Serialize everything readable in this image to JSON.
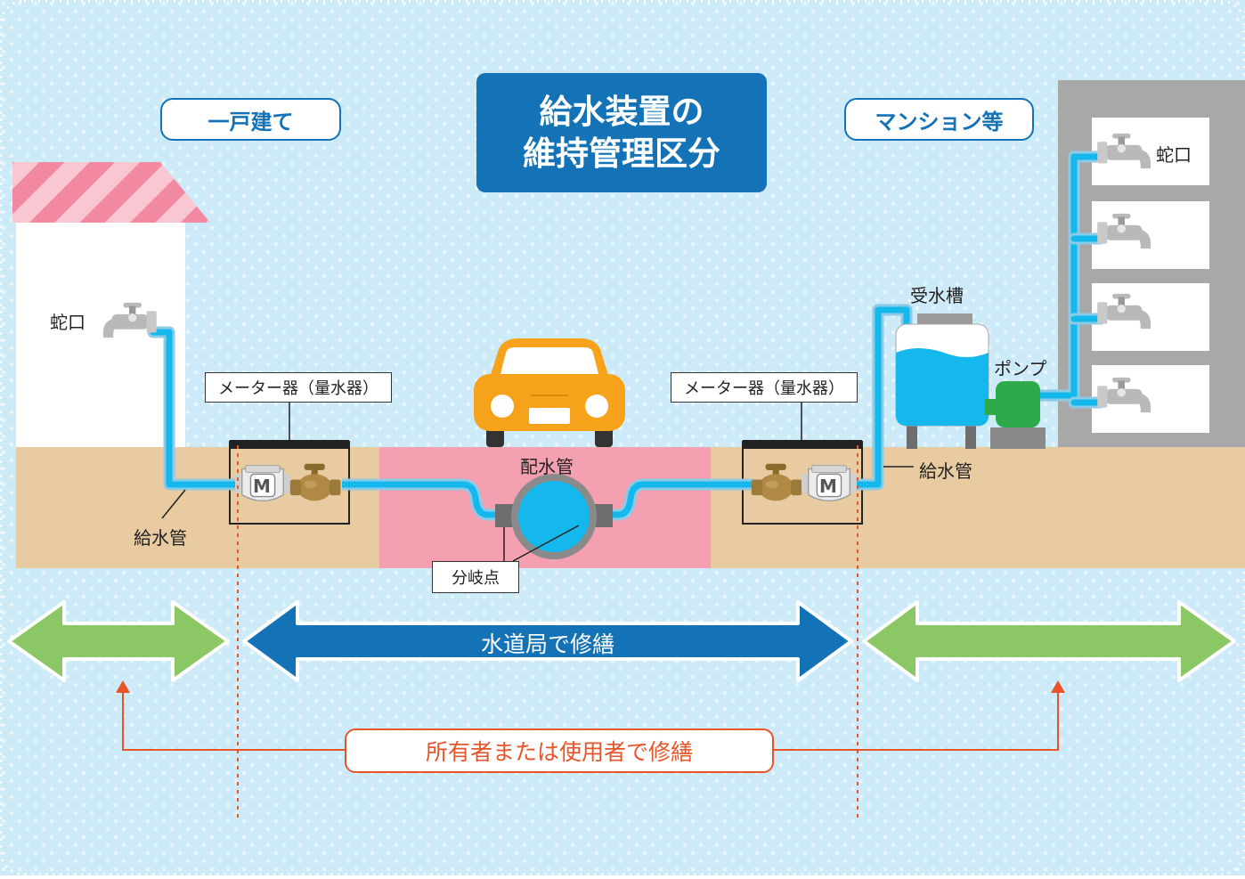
{
  "colors": {
    "background": "#cdeaf8",
    "soil": "#e8cba1",
    "road": "#f4a0b0",
    "water": "#14b8ec",
    "pipe_outline": "#8ccbe8",
    "title_box": "#1473b7",
    "arrow_blue": "#1473b7",
    "arrow_green": "#8cc765",
    "owner_orange": "#e8542a",
    "car": "#f6a21a",
    "roof": "#f289a0",
    "pump": "#2faa4a"
  },
  "title": {
    "line1": "給水装置の",
    "line2": "維持管理区分"
  },
  "left_section": {
    "label": "一戸建て",
    "faucet_label": "蛇口",
    "meter_label": "メーター器（量水器）",
    "pipe_label": "給水管"
  },
  "center": {
    "main_pipe_label": "配水管",
    "branch_label": "分岐点"
  },
  "right_section": {
    "label": "マンション等",
    "faucet_label": "蛇口",
    "tank_label": "受水槽",
    "pump_label": "ポンプ",
    "meter_label": "メーター器（量水器）",
    "pipe_label": "給水管"
  },
  "meter_letter": "M",
  "repair": {
    "waterworks": "水道局で修繕",
    "owner": "所有者または使用者で修繕"
  },
  "icons": [
    "house-icon",
    "faucet-icon",
    "water-meter-icon",
    "gate-valve-icon",
    "car-icon",
    "water-main-icon",
    "water-tank-icon",
    "pump-icon",
    "apartment-icon"
  ]
}
